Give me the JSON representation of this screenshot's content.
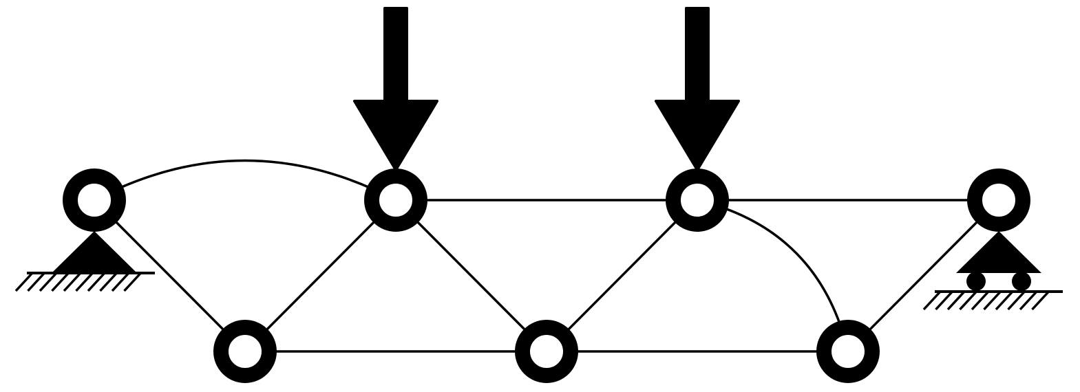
{
  "diagram": {
    "type": "truss-structure",
    "colors": {
      "stroke": "#000000",
      "background": "#ffffff"
    },
    "nodes": [
      {
        "id": "top-left-node",
        "row": "top",
        "col": 0
      },
      {
        "id": "top-node-2",
        "row": "top",
        "col": 1
      },
      {
        "id": "top-node-3",
        "row": "top",
        "col": 2
      },
      {
        "id": "top-right-node",
        "row": "top",
        "col": 3
      },
      {
        "id": "bottom-node-1",
        "row": "bottom",
        "col": 0
      },
      {
        "id": "bottom-node-2",
        "row": "bottom",
        "col": 1
      },
      {
        "id": "bottom-node-3",
        "row": "bottom",
        "col": 2
      }
    ],
    "members": [
      {
        "id": "member-top-left-arc",
        "from": "top-left-node",
        "to": "top-node-2",
        "shape": "arc"
      },
      {
        "id": "member-top-2-3",
        "from": "top-node-2",
        "to": "top-node-3",
        "shape": "straight"
      },
      {
        "id": "member-top-3-right",
        "from": "top-node-3",
        "to": "top-right-node",
        "shape": "straight"
      },
      {
        "id": "member-bottom-1-2",
        "from": "bottom-node-1",
        "to": "bottom-node-2",
        "shape": "straight"
      },
      {
        "id": "member-bottom-2-3",
        "from": "bottom-node-2",
        "to": "bottom-node-3",
        "shape": "straight"
      },
      {
        "id": "member-diag-tl-b1",
        "from": "top-left-node",
        "to": "bottom-node-1",
        "shape": "straight"
      },
      {
        "id": "member-diag-b1-t2",
        "from": "bottom-node-1",
        "to": "top-node-2",
        "shape": "straight"
      },
      {
        "id": "member-diag-t2-b2",
        "from": "top-node-2",
        "to": "bottom-node-2",
        "shape": "straight"
      },
      {
        "id": "member-diag-b2-t3",
        "from": "bottom-node-2",
        "to": "top-node-3",
        "shape": "straight"
      },
      {
        "id": "member-arc-t3-b3",
        "from": "top-node-3",
        "to": "bottom-node-3",
        "shape": "arc"
      },
      {
        "id": "member-diag-b3-tr",
        "from": "bottom-node-3",
        "to": "top-right-node",
        "shape": "straight"
      }
    ],
    "supports": [
      {
        "id": "pin-support",
        "node": "top-left-node",
        "kind": "pinned"
      },
      {
        "id": "roller-support",
        "node": "top-right-node",
        "kind": "roller"
      }
    ],
    "loads": [
      {
        "id": "load-arrow-1",
        "node": "top-node-2",
        "direction": "down"
      },
      {
        "id": "load-arrow-2",
        "node": "top-node-3",
        "direction": "down"
      }
    ]
  }
}
